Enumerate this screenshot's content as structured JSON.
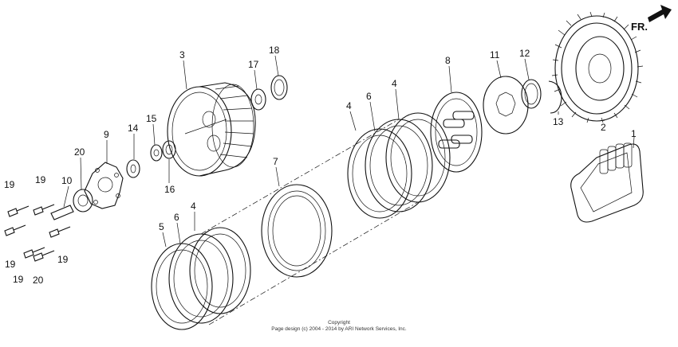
{
  "parts": [
    {
      "id": "p1",
      "label": "1"
    },
    {
      "id": "p2",
      "label": "2"
    },
    {
      "id": "p3",
      "label": "3"
    },
    {
      "id": "p4a",
      "label": "4"
    },
    {
      "id": "p4b",
      "label": "4"
    },
    {
      "id": "p4c",
      "label": "4"
    },
    {
      "id": "p5",
      "label": "5"
    },
    {
      "id": "p6a",
      "label": "6"
    },
    {
      "id": "p6b",
      "label": "6"
    },
    {
      "id": "p7",
      "label": "7"
    },
    {
      "id": "p8",
      "label": "8"
    },
    {
      "id": "p9",
      "label": "9"
    },
    {
      "id": "p10",
      "label": "10"
    },
    {
      "id": "p11",
      "label": "11"
    },
    {
      "id": "p12",
      "label": "12"
    },
    {
      "id": "p13",
      "label": "13"
    },
    {
      "id": "p14",
      "label": "14"
    },
    {
      "id": "p15",
      "label": "15"
    },
    {
      "id": "p16",
      "label": "16"
    },
    {
      "id": "p17",
      "label": "17"
    },
    {
      "id": "p18",
      "label": "18"
    },
    {
      "id": "p19a",
      "label": "19"
    },
    {
      "id": "p19b",
      "label": "19"
    },
    {
      "id": "p19c",
      "label": "19"
    },
    {
      "id": "p19d",
      "label": "19"
    },
    {
      "id": "p19e",
      "label": "19"
    },
    {
      "id": "p20",
      "label": "20"
    }
  ],
  "direction_label": "FR.",
  "copyright": {
    "line1": "Copyright",
    "line2": "Page design (c) 2004 - 2014 by ARI Network Services, Inc."
  }
}
